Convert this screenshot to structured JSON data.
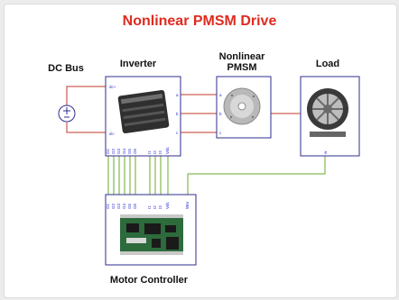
{
  "title": "Nonlinear PMSM Drive",
  "blocks": {
    "dc_bus": {
      "label": "DC Bus",
      "ports": [
        "dc+",
        "dc-"
      ]
    },
    "inverter": {
      "label": "Inverter",
      "ports": [
        "a",
        "b",
        "c"
      ]
    },
    "pmsm": {
      "label": "Nonlinear\nPMSM",
      "ports": [
        "a",
        "b",
        "c"
      ]
    },
    "load": {
      "label": "Load",
      "ports": [
        "w"
      ]
    },
    "controller": {
      "label": "Motor Controller"
    }
  },
  "inverter_signals": [
    "G1",
    "G2",
    "G3",
    "G4",
    "G5",
    "G6",
    "I1",
    "I2",
    "I3",
    "Vdc"
  ],
  "controller_signals": [
    "G1",
    "G2",
    "G3",
    "G4",
    "G5",
    "G6",
    "I1",
    "I2",
    "I3",
    "Vdc",
    "Wm"
  ],
  "colors": {
    "title": "#e02a1f",
    "block_border": "#2d2d8f",
    "power_wire": "#c0392b",
    "signal_wire": "#6aa82a"
  }
}
